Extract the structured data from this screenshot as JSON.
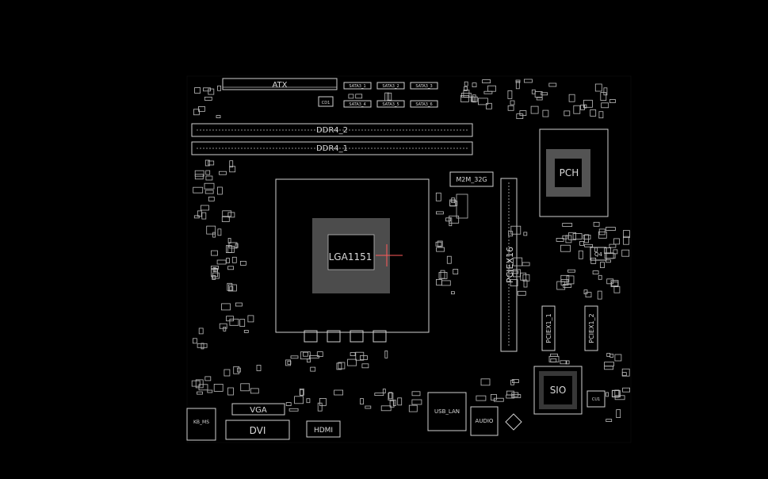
{
  "colors": {
    "background": "#000000",
    "outline": "#cfcfcf",
    "text": "#d9d9d9",
    "marker": "#ff5a5a"
  },
  "labels": {
    "atx": "ATX",
    "sata": [
      "SATA3_1",
      "SATA3_2",
      "SATA3_3",
      "SATA3_4",
      "SATA3_5",
      "SATA3_6"
    ],
    "ddr4_2": "DDR4_2",
    "ddr4_1": "DDR4_1",
    "m2": "M2M_32G",
    "pch": "PCH",
    "cpu": "LGA1151",
    "pciex16": "PCIEX16",
    "pciex1_1": "PCIEX1_1",
    "pciex1_2": "PCIEX1_2",
    "q4": "Q4",
    "sio": "SIO",
    "vga": "VGA",
    "dvi": "DVI",
    "hdmi": "HDMI",
    "usb_lan": "USB_LAN",
    "audio": "AUDIO",
    "kb_ms": "KB_MS",
    "ic_left": "CD1",
    "ic_right": "CU1"
  }
}
